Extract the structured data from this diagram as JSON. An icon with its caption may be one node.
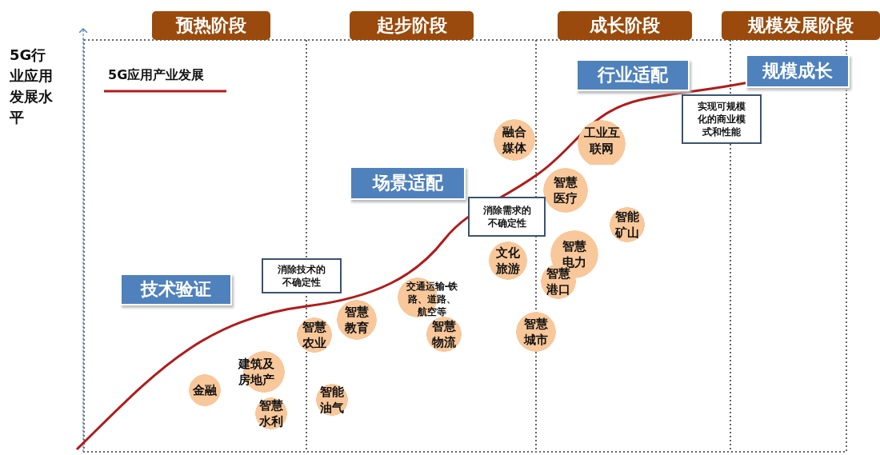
{
  "diagram": {
    "nodes": [
      {
        "text": [
          "预热阶段"
        ]
      },
      {
        "text": [
          "起步阶段"
        ]
      },
      {
        "text": [
          "成长阶段"
        ]
      },
      {
        "text": [
          "规模发展阶段"
        ]
      },
      {
        "text": [
          "规模成长"
        ]
      },
      {
        "text": [
          "行业适配"
        ]
      },
      {
        "text": [
          "实现可规模化的商业模式和性能"
        ]
      },
      {
        "text": [
          "融合媒体"
        ]
      },
      {
        "text": [
          "工业互联网"
        ]
      },
      {
        "text": [
          "场景适配"
        ]
      },
      {
        "text": [
          "智慧医疗"
        ]
      },
      {
        "text": [
          "消除需求的不确定性"
        ]
      },
      {
        "text": [
          "智能矿山"
        ]
      },
      {
        "text": [
          "智慧电力"
        ]
      },
      {
        "text": [
          "文化旅游"
        ]
      },
      {
        "text": [
          "技术验证"
        ]
      },
      {
        "text": [
          "消除技术的不确定性"
        ]
      },
      {
        "text": [
          "智慧港口"
        ]
      },
      {
        "text": [
          "交通运输-铁路、道路、航空等"
        ]
      },
      {
        "text": [
          "智慧教育"
        ]
      },
      {
        "text": [
          "智慧农业"
        ]
      },
      {
        "text": [
          "智慧城市"
        ]
      },
      {
        "text": [
          "智慧物流"
        ]
      },
      {
        "text": [
          "建筑及房地产"
        ]
      },
      {
        "text": [
          "金融"
        ]
      },
      {
        "text": [
          "智能油气"
        ]
      },
      {
        "text": [
          "智慧水利"
        ]
      }
    ],
    "labels": [
      "5G行业应用发展水平"
    ],
    "legend": [
      {
        "text": "5G应用产业发展"
      }
    ]
  }
}
